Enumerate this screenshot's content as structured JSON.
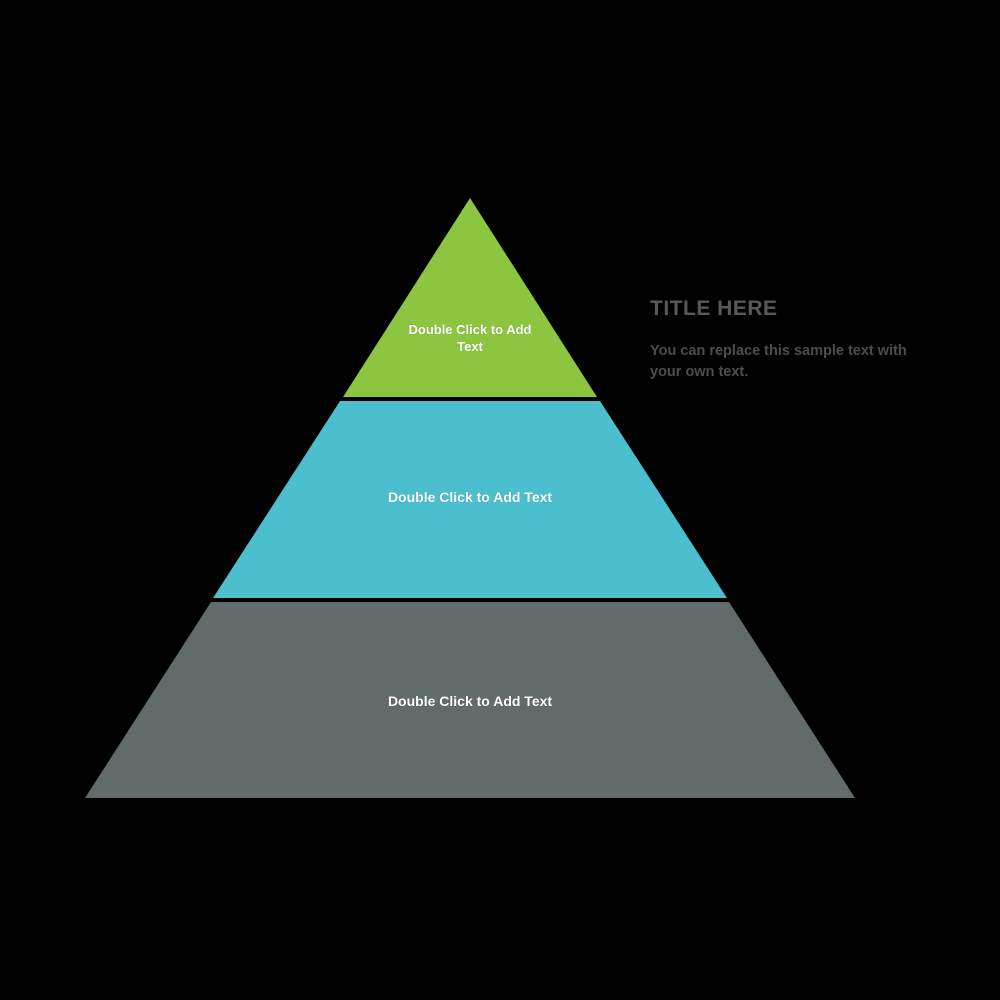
{
  "pyramid": {
    "tiers": [
      {
        "label": "Double Click to Add Text",
        "color": "#8CC540"
      },
      {
        "label": "Double Click to Add Text",
        "color": "#4BBFCD"
      },
      {
        "label": "Double Click to Add Text",
        "color": "#626B6B"
      }
    ]
  },
  "side_panel": {
    "title": "TITLE HERE",
    "body": "You can replace this sample text with your own text."
  },
  "colors": {
    "background": "#000000",
    "tier_label_text": "#FFFFFF",
    "title_text": "#595959",
    "body_text": "#4D4D4D"
  }
}
